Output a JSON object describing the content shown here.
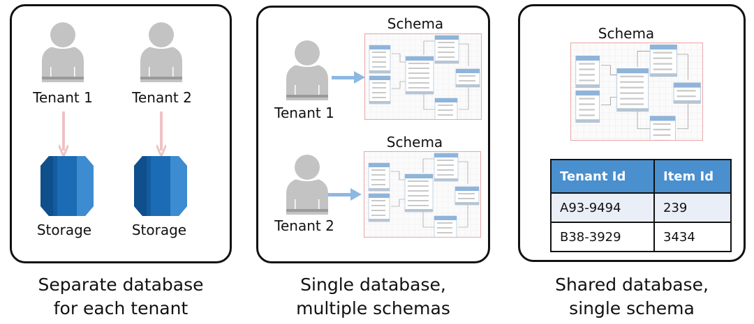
{
  "colors": {
    "person": "#c3c3c3",
    "person_shadow": "#9a9a9a",
    "pink_arrow": "#efc3c3",
    "blue_arrow": "#8cb8e2",
    "db_dark": "#0f4f8c",
    "db_mid": "#1b6cb5",
    "db_light": "#3d8bd0",
    "table_header": "#4a8fce",
    "schema_border": "#e9a7a7"
  },
  "panels": [
    {
      "caption_line1": "Separate database",
      "caption_line2": "for each tenant",
      "tenants": [
        {
          "label": "Tenant 1",
          "storage_label": "Storage"
        },
        {
          "label": "Tenant 2",
          "storage_label": "Storage"
        }
      ]
    },
    {
      "caption_line1": "Single database,",
      "caption_line2": "multiple schemas",
      "tenants": [
        {
          "label": "Tenant 1",
          "schema_label": "Schema"
        },
        {
          "label": "Tenant 2",
          "schema_label": "Schema"
        }
      ]
    },
    {
      "caption_line1": "Shared database,",
      "caption_line2": "single schema",
      "schema_label": "Schema",
      "table": {
        "headers": [
          "Tenant Id",
          "Item Id"
        ],
        "rows": [
          [
            "A93-9494",
            "239"
          ],
          [
            "B38-3929",
            "3434"
          ]
        ]
      }
    }
  ]
}
